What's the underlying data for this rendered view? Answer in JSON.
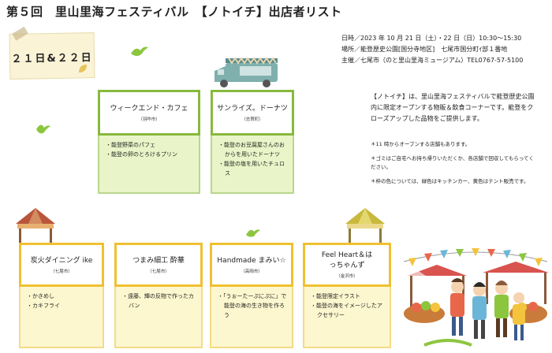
{
  "title": "第５回　里山里海フェスティバル　【ノトイチ】出店者リスト",
  "dates_label": "２１日&２２日",
  "info": [
    "日時／2023 年 10 月 21 日（土）・22 日（日）10:30～15:30",
    "場所／能登歴史公園[国分寺地区]　七尾市国分町ｲ部１番地",
    "主催／七尾市（のと里山里海ミュージアム）TEL0767-57-5100"
  ],
  "description": "【ノトイチ】は、里山里海フェスティバルで能登歴史公園内に限定オープンする物販＆飲食コーナーです。能登をクローズアップした品物をご提供します。",
  "notes": [
    "＊11 時からオープンする店舗もあります。",
    "＊ゴミはご自宅へお持ち帰りいただくか、各店舗で回収してもらってください。",
    "＊枠の色については、緑色はキッチンカー、黄色はテント販売です。"
  ],
  "vendors": [
    {
      "name": "ウィークエンド・カフェ",
      "location": "（羽咋市）",
      "items": [
        "・能登野菜のパフェ",
        "・能登の卵のとろけるプリン"
      ],
      "type": "kitchen-car"
    },
    {
      "name": "サンライズ。ドーナツ",
      "location": "（志賀町）",
      "items": [
        "・能登のお豆腐屋さんのおからを用いたドーナツ",
        "・能登の塩を用いたチュロス"
      ],
      "type": "kitchen-car"
    },
    {
      "name": "炭火ダイニング ike",
      "location": "（七尾市）",
      "items": [
        "・かきめし",
        "・カキフライ"
      ],
      "type": "tent"
    },
    {
      "name": "つまみ細工 酔華",
      "location": "（七尾市）",
      "items": [
        "・遠藤、輝の反物で作ったカバン"
      ],
      "type": "tent"
    },
    {
      "name": "Handmade まみい☆",
      "location": "（高岡市）",
      "items": [
        "・「うぉーたーぷにぷに」で能登の海の生き物を作ろう"
      ],
      "type": "tent"
    },
    {
      "name": "Feel Heart＆はっちゃんず",
      "location": "（金沢市）",
      "items": [
        "・能登限定イラスト",
        "・能登の海をイメージしたアクセサリー"
      ],
      "type": "tent"
    }
  ],
  "colors": {
    "kitchen_car": "#87b93e",
    "tent": "#f0c030",
    "kitchen_car_fill": "#e9f5c8",
    "tent_fill": "#fdf7cf"
  },
  "icons": [
    "bird-icon",
    "leaf-icon",
    "food-truck-icon",
    "tent-icon",
    "market-people-illustration"
  ]
}
